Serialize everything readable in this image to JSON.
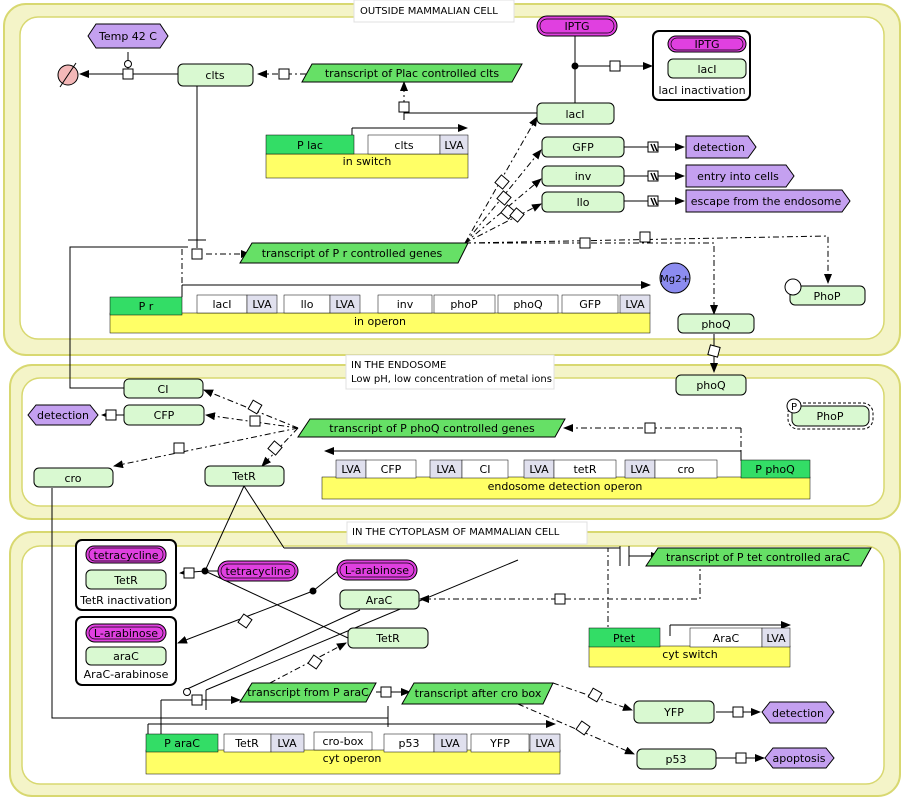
{
  "compartments": {
    "outside": "OUTSIDE MAMMALIAN CELL",
    "endosome_line1": "IN THE ENDOSOME",
    "endosome_line2": "Low pH, low concentration of metal ions",
    "cytoplasm": "IN THE CYTOPLASM OF MAMMALIAN CELL"
  },
  "nodes": {
    "temp": "Temp 42 C",
    "clts": "clts",
    "iptg": "IPTG",
    "iptg_inner": "IPTG",
    "lacI_inner": "lacI",
    "lacI_inact": "lacI inactivation",
    "transcript_plac": "transcript of Plac controlled clts",
    "lacI": "lacI",
    "gfp": "GFP",
    "inv": "inv",
    "llo": "llo",
    "detection1": "detection",
    "entry": "entry into cells",
    "escape": "escape from the endosome",
    "transcript_pr": "transcript of P r controlled genes",
    "mg": "Mg2+",
    "phop_top": "PhoP",
    "phoq1": "phoQ",
    "phoq2": "phoQ",
    "ci": "CI",
    "cfp": "CFP",
    "detection2": "detection",
    "transcript_pphoq": "transcript of P phoQ controlled genes",
    "p_mark": "P",
    "phop_endo": "PhoP",
    "cro": "cro",
    "tetr_endo": "TetR",
    "tetracycline_in": "tetracycline",
    "tetr_in": "TetR",
    "tetr_inact": "TetR inactivation",
    "tetracycline": "tetracycline",
    "larabinose": "L-arabinose",
    "arac": "AraC",
    "tetr_cyt": "TetR",
    "larabinose_in": "L-arabinose",
    "arac_in": "araC",
    "arac_arab": "AraC-arabinose",
    "transcript_ptet": "transcript of P tet controlled araC",
    "transcript_parac": "transcript from P araC",
    "transcript_cro": "transcript after cro box",
    "yfp": "YFP",
    "detection3": "detection",
    "p53": "p53",
    "apoptosis": "apoptosis"
  },
  "constructs": {
    "in_switch": {
      "promoter": "P lac",
      "parts": [
        "clts",
        "LVA"
      ],
      "caption": "in switch"
    },
    "in_operon": {
      "promoter": "P r",
      "parts": [
        "lacI",
        "LVA",
        "llo",
        "LVA",
        "inv",
        "phoP",
        "phoQ",
        "GFP",
        "LVA"
      ],
      "caption": "in operon"
    },
    "endo_operon": {
      "promoter": "P phoQ",
      "parts": [
        "LVA",
        "CFP",
        "LVA",
        "CI",
        "LVA",
        "tetR",
        "LVA",
        "cro"
      ],
      "caption": "endosome detection operon"
    },
    "cyt_switch": {
      "promoter": "Ptet",
      "parts": [
        "AraC",
        "LVA"
      ],
      "caption": "cyt switch"
    },
    "cyt_operon": {
      "promoter": "P araC",
      "parts": [
        "TetR",
        "LVA",
        "cro-box",
        "p53",
        "LVA",
        "YFP",
        "LVA"
      ],
      "caption": "cyt operon"
    }
  },
  "colors": {
    "compartment": "#f4f4c8",
    "compartment_border": "#d8d870",
    "macromolecule": "#d9f9d1",
    "transcript": "#66e066",
    "outcome": "#c4a0f0",
    "small_molecule": "#e040e0",
    "promoter": "#33dd66",
    "construct_base": "#ffff66",
    "lva": "#e0e0ee",
    "sink": "#f4b8b8",
    "ion": "#8c8cf0"
  }
}
